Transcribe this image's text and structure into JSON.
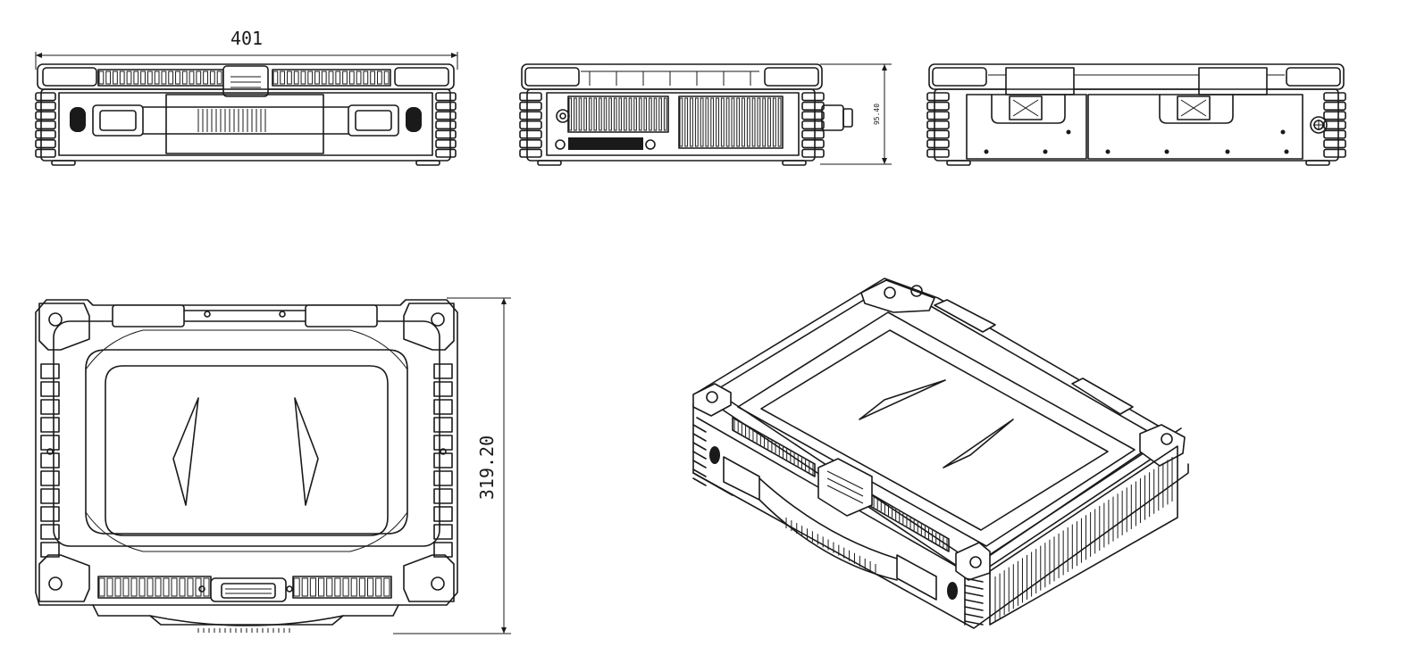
{
  "dimensions": {
    "width": "401",
    "height": "95.40",
    "depth": "319.20"
  },
  "views": [
    "front-view",
    "side-view-left",
    "side-view-right",
    "top-view",
    "isometric-view"
  ],
  "colors": {
    "line": "#1a1a1a",
    "background": "#ffffff"
  }
}
